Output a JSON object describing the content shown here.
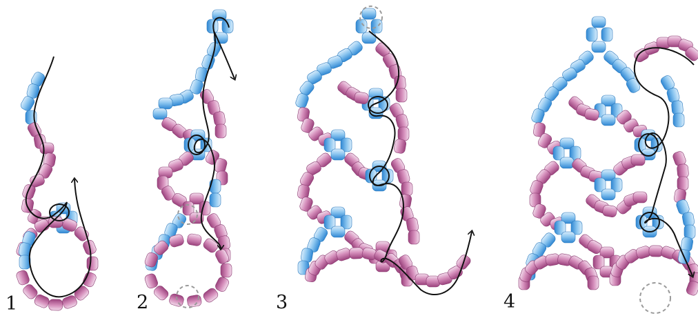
{
  "steps": [
    {
      "label": "1"
    },
    {
      "label": "2"
    },
    {
      "label": "3"
    },
    {
      "label": "4"
    }
  ],
  "colors": {
    "blue_bead": "#3a95dd",
    "blue_bead_light": "#d8ecfb",
    "pink_bead": "#a24d86",
    "pink_bead_light": "#f1d9ea",
    "thread": "#111111",
    "dashed_marker": "#9a9a9a"
  }
}
